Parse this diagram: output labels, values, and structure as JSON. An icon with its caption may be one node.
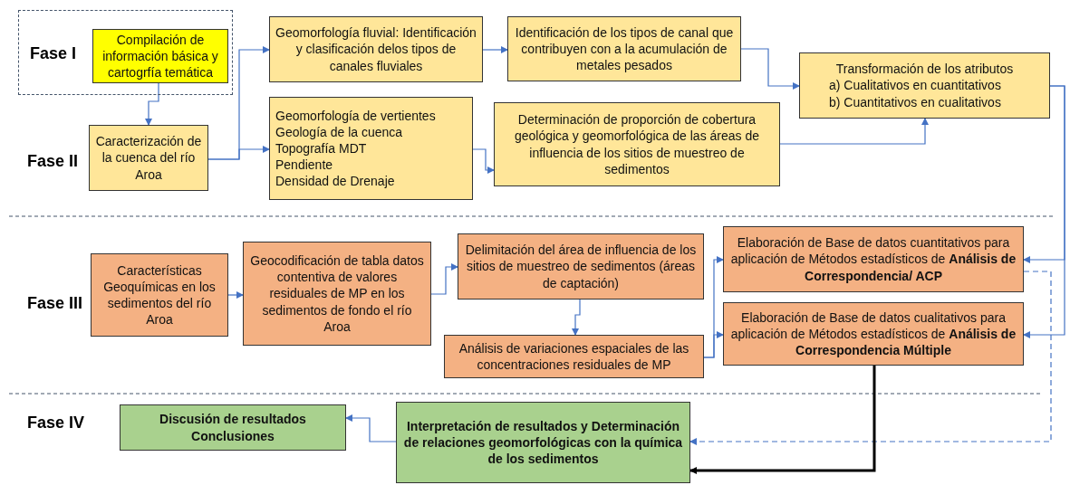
{
  "diagram": {
    "nodes": [
      {
        "text": [
          "Fase I"
        ]
      },
      {
        "text": [
          "Compilación de información básica y cartogrfía temática"
        ],
        "in": 0
      },
      {
        "text": [
          "Caracterización de la cuenca del río Aroa"
        ]
      },
      {
        "text": [
          "Geomorfología fluvial: Identificación y clasificación delos tipos de canales fluviales"
        ]
      },
      {
        "text": [
          "Geomorfología de vertientes",
          "Geología de la cuenca",
          "Topografía MDT",
          "Pendiente",
          "Densidad de Drenaje"
        ]
      },
      {
        "text": [
          "Identificación de los tipos de canal que contribuyen con a la acumulación de metales pesados"
        ]
      },
      {
        "text": [
          "Determinación de proporción de cobertura geológica y geomorfológica de las áreas de influencia de los sitios de muestreo de sedimentos"
        ]
      },
      {
        "text": [
          "Transformación de los atributos",
          "a) Cualitativos en cuantitativos",
          "b) Cuantitativos en cualitativos"
        ]
      },
      {
        "text": [
          "Características Geoquímicas en los sedimentos del río Aroa"
        ]
      },
      {
        "text": [
          "Geocodificación de tabla datos contentiva de valores residuales de MP en los sedimentos de fondo el río Aroa"
        ]
      },
      {
        "text": [
          "Delimitación del área de influencia de los sitios de muestreo de sedimentos (áreas de captación)"
        ]
      },
      {
        "text": [
          "Análisis de variaciones espaciales de las concentraciones residuales de MP"
        ]
      },
      {
        "text": [
          "Elaboración de Base de datos cuantitativos para aplicación de Métodos estadísticos de **Análisis de Correspondencia/ ACP**"
        ]
      },
      {
        "text": [
          "Elaboración de Base de datos cualitativos para aplicación de Métodos estadísticos de **Análisis de Correspondencia Múltiple**"
        ]
      },
      {
        "text": [
          "Discusión de resultados Conclusiones"
        ]
      },
      {
        "text": [
          "Interpretación de resultados y Determinación de relaciones geomorfológicas con la química de los sedimentos"
        ]
      }
    ],
    "edges": [
      {
        "from": 1,
        "to": 2,
        "arrow": "to"
      },
      {
        "from": 2,
        "to": 3,
        "arrow": "to"
      },
      {
        "from": 2,
        "to": 4,
        "arrow": "to"
      },
      {
        "from": 3,
        "to": 5,
        "arrow": "to"
      },
      {
        "from": 4,
        "to": 6,
        "arrow": "to"
      },
      {
        "from": 5,
        "to": 7,
        "arrow": "to"
      },
      {
        "from": 6,
        "to": 7,
        "arrow": "to"
      },
      {
        "from": 7,
        "to": 12,
        "arrow": "to"
      },
      {
        "from": 7,
        "to": 13,
        "arrow": "to"
      },
      {
        "from": 8,
        "to": 9,
        "arrow": "to"
      },
      {
        "from": 9,
        "to": 10,
        "arrow": "to"
      },
      {
        "from": 10,
        "to": 11,
        "arrow": "to"
      },
      {
        "from": 11,
        "to": 12,
        "arrow": "to"
      },
      {
        "from": 11,
        "to": 13,
        "arrow": "to"
      },
      {
        "from": 12,
        "to": 15,
        "arrow": "to",
        "style": "dashed"
      },
      {
        "from": 13,
        "to": 15,
        "arrow": "to",
        "style": "thick",
        "color": "#000000"
      },
      {
        "from": 15,
        "to": 14,
        "arrow": "to"
      }
    ],
    "labels": [
      "Fase II",
      "Fase III",
      "Fase IV"
    ]
  }
}
